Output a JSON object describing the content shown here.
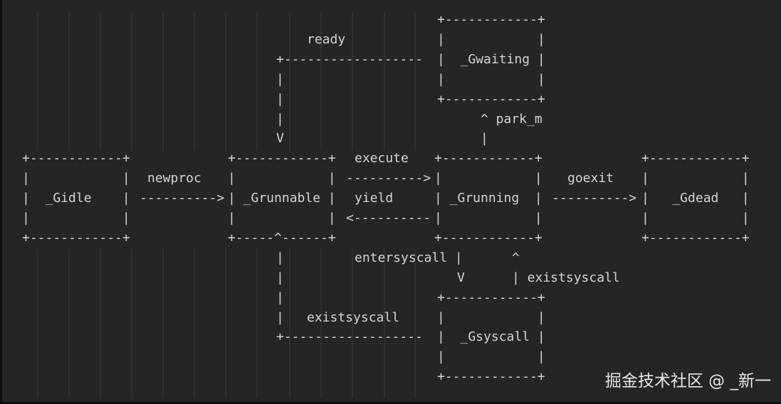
{
  "diagram": {
    "lines": [
      "                                            +------------+",
      "              ready                         |            |",
      "         +-------------------               |  _Gwaiting |",
      "         |                                  |            |",
      "         |                                  +------------+",
      "         |                                    ^ park_m",
      "         V                                    |",
      "+------------+        +------------+  execute +------------+     +------------+",
      "|            | newproc|            | ---------> |            | goexit |            |",
      "|  _Gidle    | ---------> | _Grunnable |  yield   | _Grunning  | ---------> |   _Gdead   |",
      "|            |        |            | <---------  |            |     |            |",
      "+------------+        +-----^------+          +------------+     +------------+",
      "                            |   entersyscall |      ^",
      "                            |                V      | existsyscall",
      "                            |                +------------+",
      "                            |   existsyscall |            |",
      "                            +------------------  |  _Gsyscall |",
      "                                             |            |",
      "                                             +------------+"
    ]
  },
  "watermark": "掘金技术社区 @ _新一"
}
